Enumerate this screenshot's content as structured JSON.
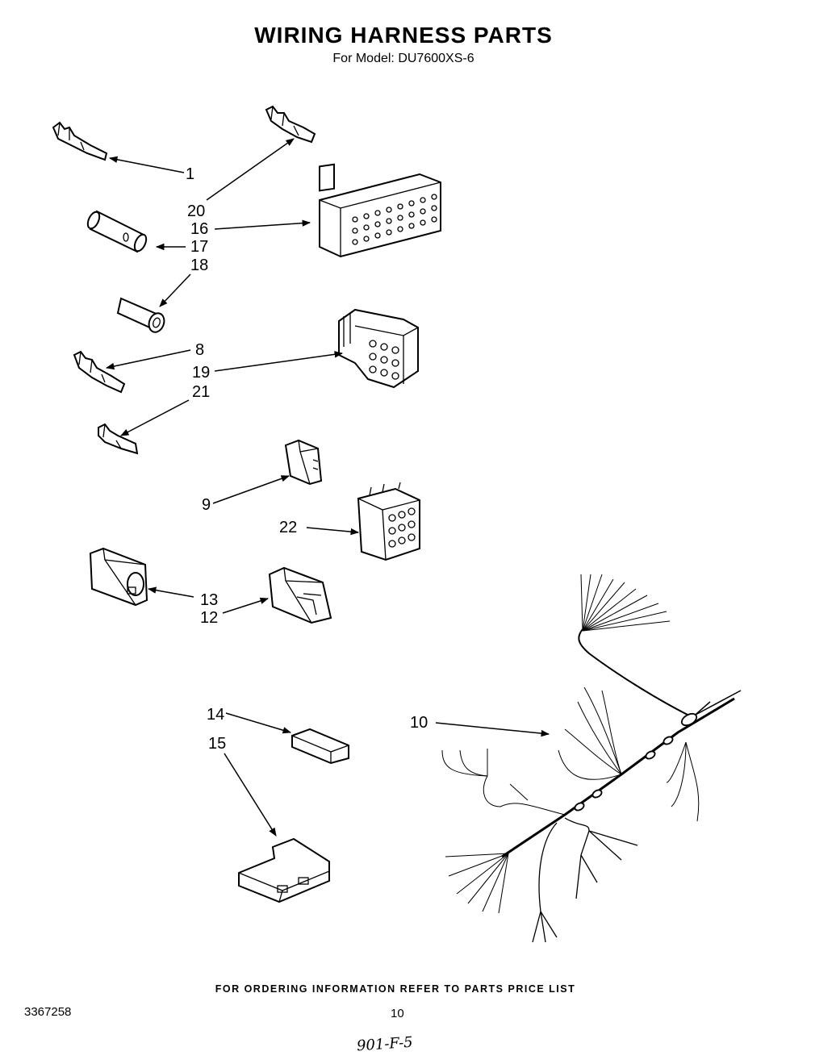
{
  "header": {
    "title": "WIRING HARNESS PARTS",
    "subtitle": "For Model: DU7600XS-6"
  },
  "callouts": {
    "c1": "1",
    "c20": "20",
    "c16": "16",
    "c17": "17",
    "c18": "18",
    "c8": "8",
    "c19": "19",
    "c21": "21",
    "c9": "9",
    "c22": "22",
    "c13": "13",
    "c12": "12",
    "c10": "10",
    "c14": "14",
    "c15": "15"
  },
  "parts": [
    {
      "id": "1",
      "icon": "terminal-icon"
    },
    {
      "id": "20",
      "icon": "terminal-icon"
    },
    {
      "id": "16",
      "icon": "multi-pin-connector-block-icon"
    },
    {
      "id": "17",
      "icon": "sleeve-icon"
    },
    {
      "id": "18",
      "icon": "plug-icon"
    },
    {
      "id": "8",
      "icon": "terminal-icon"
    },
    {
      "id": "19",
      "icon": "nine-pin-connector-icon"
    },
    {
      "id": "21",
      "icon": "terminal-icon"
    },
    {
      "id": "9",
      "icon": "small-connector-icon"
    },
    {
      "id": "22",
      "icon": "nine-pin-receptacle-icon"
    },
    {
      "id": "13",
      "icon": "connector-housing-icon"
    },
    {
      "id": "12",
      "icon": "connector-housing-icon"
    },
    {
      "id": "10",
      "icon": "wiring-harness-icon"
    },
    {
      "id": "14",
      "icon": "clip-icon"
    },
    {
      "id": "15",
      "icon": "bracket-connector-icon"
    }
  ],
  "footer": {
    "ordering_note": "FOR ORDERING INFORMATION REFER TO PARTS PRICE LIST",
    "document_number": "3367258",
    "page_number": "10",
    "handwritten_note": "901-F-5"
  }
}
